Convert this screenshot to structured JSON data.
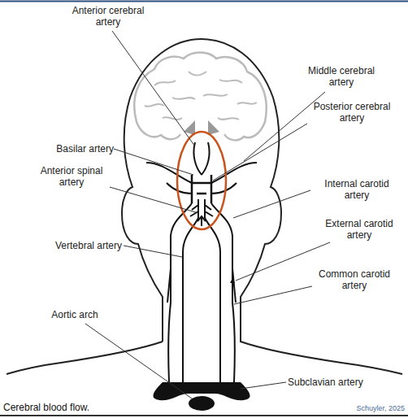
{
  "diagram": {
    "caption": "Cerebral blood flow.",
    "labels": [
      "Anterior cerebral artery",
      "Middle cerebral artery",
      "Posterior cerebral artery",
      "Basilar artery",
      "Anterior spinal artery",
      "Internal carotid artery",
      "Vertebral artery",
      "External carotid artery",
      "Common carotid artery",
      "Aortic arch",
      "Subclavian artery",
      "Schuyler, 2025"
    ]
  }
}
